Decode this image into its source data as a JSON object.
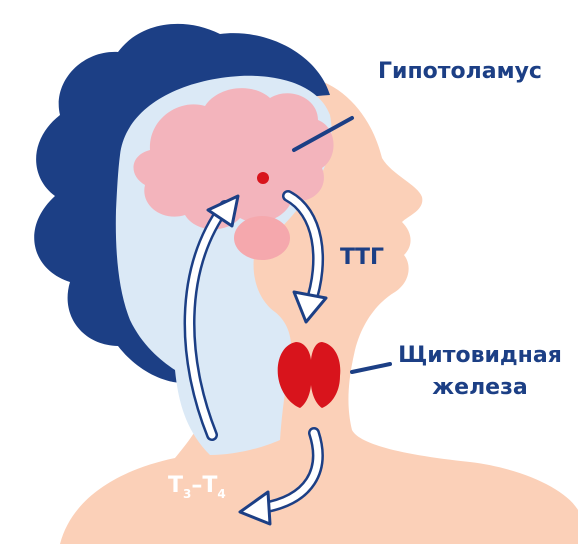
{
  "labels": {
    "hypothalamus": "Гипотоламус",
    "tsh": "ТТГ",
    "thyroid_line1": "Щитовидная",
    "thyroid_line2": "железа",
    "hormones_t": "Т",
    "hormones_sub3": "3",
    "hormones_dash": "–Т",
    "hormones_sub4": "4"
  },
  "colors": {
    "hair": "#1c3f85",
    "skin": "#fbd0b8",
    "skull_inner": "#dbe9f6",
    "brain": "#f3b4bc",
    "pituitary": "#f5a8ad",
    "hypothalamus_dot": "#d8141c",
    "thyroid": "#d8141c",
    "label_text": "#1c3f85",
    "arrow_fill": "#ffffff",
    "arrow_stroke": "#1c3f85"
  }
}
